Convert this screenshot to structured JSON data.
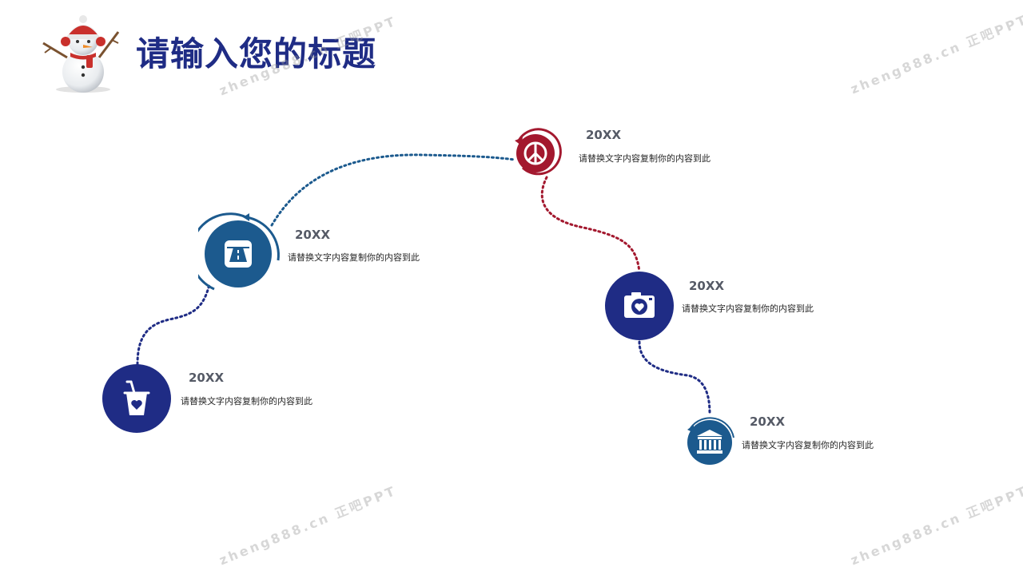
{
  "slide": {
    "title": "请输入您的标题",
    "colors": {
      "navy": "#1f2c85",
      "blue": "#1c5a8e",
      "red": "#a3182e",
      "text": "#262626",
      "year": "#555a66"
    }
  },
  "timeline": [
    {
      "year": "20XX",
      "text": "请替换文字内容复制你的内容到此",
      "icon": "cup-heart-icon"
    },
    {
      "year": "20XX",
      "text": "请替换文字内容复制你的内容到此",
      "icon": "road-sign-icon"
    },
    {
      "year": "20XX",
      "text": "请替换文字内容复制你的内容到此",
      "icon": "peace-icon"
    },
    {
      "year": "20XX",
      "text": "请替换文字内容复制你的内容到此",
      "icon": "camera-heart-icon"
    },
    {
      "year": "20XX",
      "text": "请替换文字内容复制你的内容到此",
      "icon": "bank-icon"
    }
  ],
  "watermark": {
    "text": "zheng888.cn 正吧PPT"
  }
}
